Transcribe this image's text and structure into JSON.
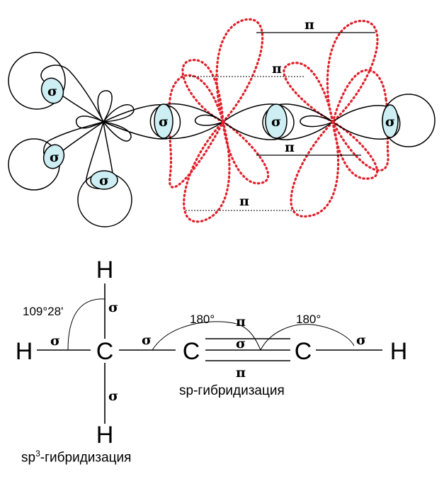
{
  "orbital_diagram": {
    "sigma_symbol": "σ",
    "pi_symbol": "π",
    "colors": {
      "lobe_outline": "#000000",
      "sigma_fill": "#cdeef3",
      "pi_orbital": "#e0202a"
    }
  },
  "structural_formula": {
    "atoms": {
      "h_top": "H",
      "h_left": "H",
      "c_methyl": "C",
      "h_bottom": "H",
      "c_triple_1": "C",
      "c_triple_2": "C",
      "h_right": "H"
    },
    "bond_labels": {
      "sigma_top": "σ",
      "sigma_left": "σ",
      "sigma_bottom": "σ",
      "sigma_c_c": "σ",
      "sigma_triple": "σ",
      "sigma_right": "σ",
      "pi_top": "π",
      "pi_bottom": "π"
    },
    "angles": {
      "tetrahedral": "109°28'",
      "linear_1": "180°",
      "linear_2": "180°"
    },
    "hybridization": {
      "sp_label": "sp-гибридизация",
      "sp3_prefix": "sp",
      "sp3_superscript": "3",
      "sp3_suffix": "-гибридизация"
    }
  }
}
